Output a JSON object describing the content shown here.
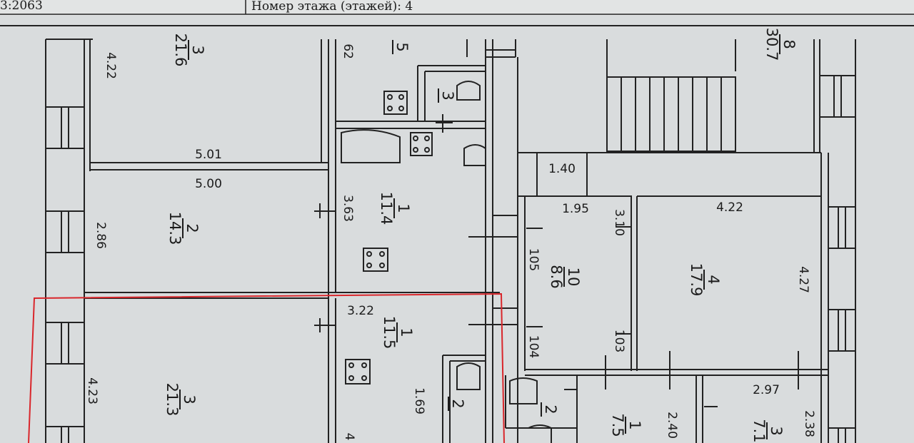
{
  "header": {
    "left_text": "3:2063",
    "right_text": "Номер этажа (этажей): 4"
  },
  "rooms": [
    {
      "number": "3",
      "area": "21.6"
    },
    {
      "number": "2",
      "area": "14.3"
    },
    {
      "number": "3",
      "area": "21.3"
    },
    {
      "number": "5",
      "area": ""
    },
    {
      "number": "3",
      "area": ""
    },
    {
      "number": "1",
      "area": "11.4"
    },
    {
      "number": "1",
      "area": "11.5"
    },
    {
      "number": "2",
      "area": ""
    },
    {
      "number": "8",
      "area": "30.7"
    },
    {
      "number": "10",
      "area": "8.6"
    },
    {
      "number": "4",
      "area": "17.9"
    },
    {
      "number": "2",
      "area": ""
    },
    {
      "number": "1",
      "area": "7.5"
    },
    {
      "number": "3",
      "area": "7.1"
    }
  ],
  "dimensions": {
    "d_4_22_left": "4.22",
    "d_5_01": "5.01",
    "d_5_00": "5.00",
    "d_2_86": "2.86",
    "d_4_23": "4.23",
    "d_62": "62",
    "d_3_63": "3.63",
    "d_3_22": "3.22",
    "d_1_69": "1.69",
    "d_4_partial": "4",
    "d_1_40": "1.40",
    "d_1_95": "1.95",
    "d_3_10": "3.10",
    "d_4_22_right": "4.22",
    "d_105": "105",
    "d_104": "104",
    "d_103": "103",
    "d_4_27": "4.27",
    "d_2_40": "2.40",
    "d_2_97": "2.97",
    "d_2_38": "2.38"
  },
  "colors": {
    "paper": "#d9dcdd",
    "ink": "#1b1b1b",
    "highlight": "#d9262b"
  }
}
